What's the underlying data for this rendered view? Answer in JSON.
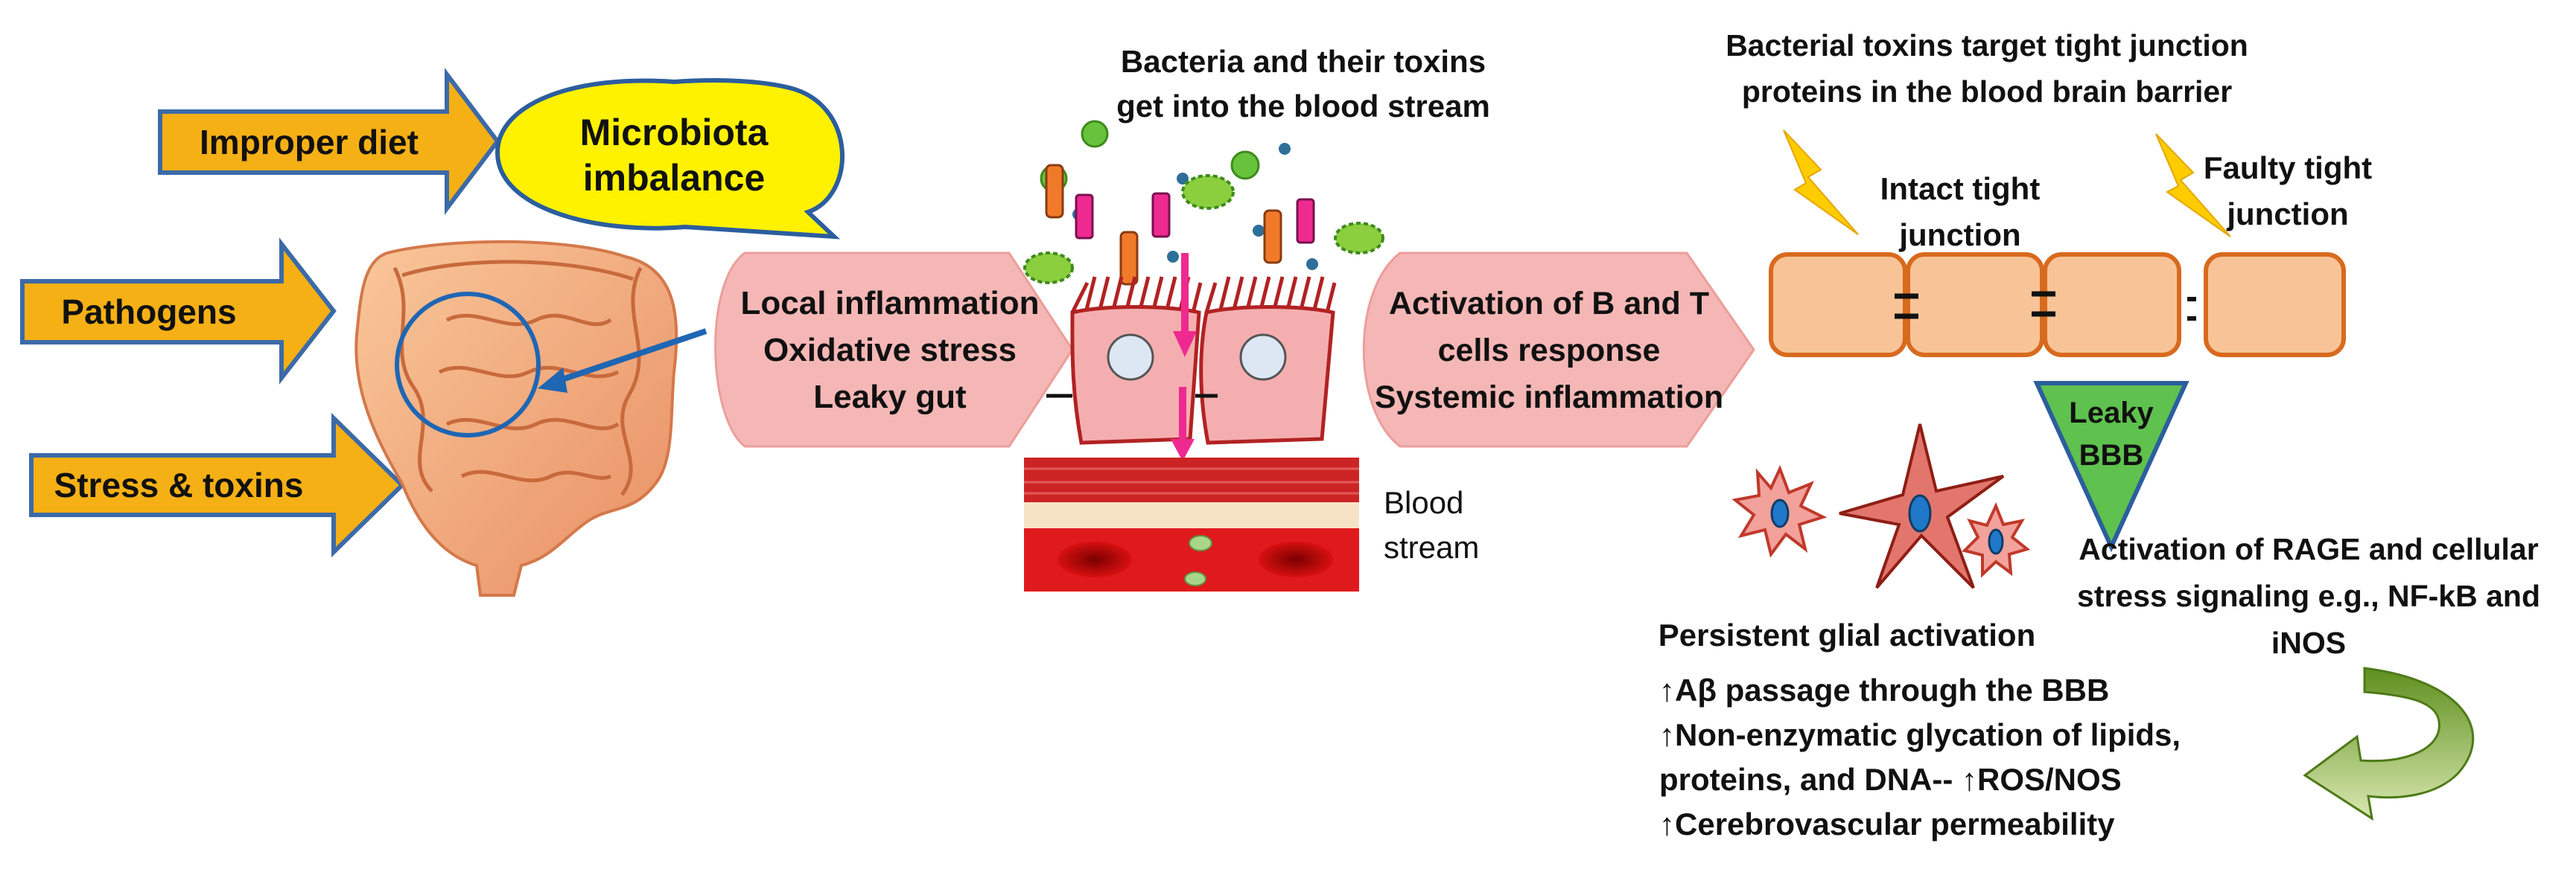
{
  "causes": {
    "improper_diet": "Improper diet",
    "pathogens": "Pathogens",
    "stress_toxins": "Stress & toxins"
  },
  "microbiota": {
    "line1": "Microbiota",
    "line2": "imbalance"
  },
  "gut_effects": {
    "line1": "Local inflammation",
    "line2": "Oxidative stress",
    "line3": "Leaky gut"
  },
  "bacteria_note": {
    "line1": "Bacteria and their toxins",
    "line2": "get into the blood stream"
  },
  "blood_stream": {
    "line1": "Blood",
    "line2": "stream"
  },
  "immune": {
    "line1": "Activation of B and T",
    "line2": "cells response",
    "line3": "Systemic inflammation"
  },
  "bbb_note": {
    "line1": "Bacterial toxins target tight junction",
    "line2": "proteins in the blood brain barrier"
  },
  "intact_junction": {
    "line1": "Intact tight",
    "line2": "junction"
  },
  "faulty_junction": {
    "line1": "Faulty tight",
    "line2": "junction"
  },
  "leaky_bbb": {
    "line1": "Leaky",
    "line2": "BBB"
  },
  "glial": "Persistent glial activation",
  "rage": {
    "line1": "Activation of RAGE and cellular",
    "line2": "stress signaling e.g., NF-kB and",
    "line3": "iNOS"
  },
  "outcomes": {
    "line1": "↑Aβ passage through the BBB",
    "line2": "↑Non-enzymatic glycation of lipids,",
    "line3": "proteins, and DNA-- ↑ROS/NOS",
    "line4": "↑Cerebrovascular permeability"
  },
  "colors": {
    "cause_arrow": "#F5B015",
    "cause_border": "#3C6AA8",
    "bubble": "#FFF200",
    "pink_arrow": "#F4B7B5",
    "cell_box": "#F8C497",
    "cell_border": "#D86A1E",
    "leaky_fill": "#5FC14E",
    "leaky_border": "#2C5E9E"
  }
}
